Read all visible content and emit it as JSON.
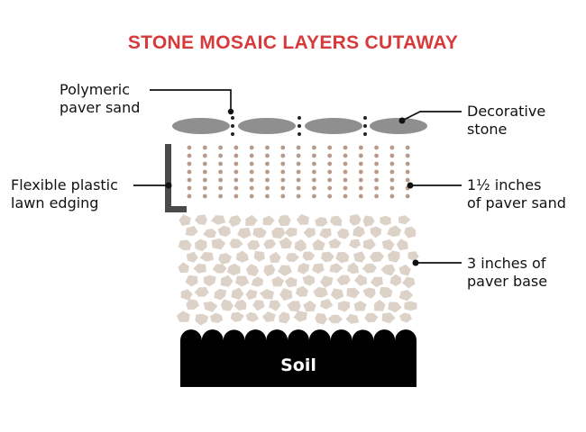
{
  "title": "STONE MOSAIC LAYERS CUTAWAY",
  "labels": {
    "polymeric_sand": [
      "Polymeric",
      "paver sand"
    ],
    "decorative_stone": [
      "Decorative",
      "stone"
    ],
    "lawn_edging": [
      "Flexible plastic",
      "lawn edging"
    ],
    "paver_sand": [
      "1½ inches",
      "of paver sand"
    ],
    "paver_base": [
      "3 inches of",
      "paver base"
    ],
    "soil": "Soil"
  },
  "colors": {
    "title": "#d63a3a",
    "stone": "#8f8f8f",
    "sand_dot": "#b89a8c",
    "gravel": "#ddd2c8",
    "soil": "#000000",
    "edging": "#4a4a4a"
  }
}
